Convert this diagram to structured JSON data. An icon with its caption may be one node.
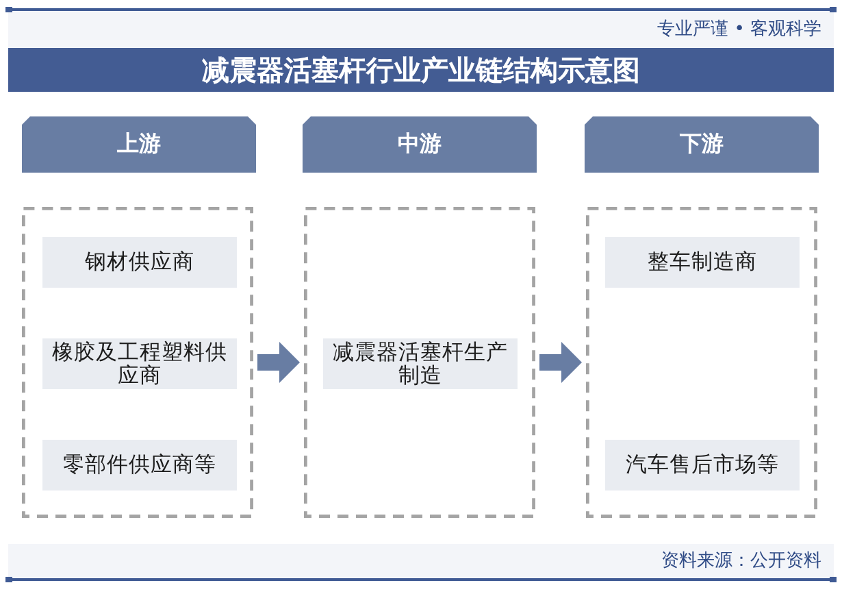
{
  "diagram": {
    "title": "减震器活塞杆行业产业链结构示意图",
    "nodes": [
      {
        "text": [
          "上游"
        ]
      },
      {
        "text": [],
        "shape": "box"
      },
      {
        "text": [
          "钢材供应商"
        ],
        "in": 1
      },
      {
        "text": [
          "橡胶及工程塑料供应商"
        ],
        "in": 1
      },
      {
        "text": [
          "零部件供应商等"
        ],
        "in": 1
      },
      {
        "text": [
          "中游"
        ]
      },
      {
        "text": [],
        "shape": "box"
      },
      {
        "text": [
          "减震器活塞杆生产制造"
        ],
        "in": 6
      },
      {
        "text": [
          "下游"
        ]
      },
      {
        "text": [],
        "shape": "box"
      },
      {
        "text": [
          "整车制造商"
        ],
        "in": 9
      },
      {
        "text": [
          "汽车售后市场等"
        ],
        "in": 9
      }
    ],
    "edges": [
      {
        "from": 1,
        "to": 6,
        "arrow": "to"
      },
      {
        "from": 6,
        "to": 9,
        "arrow": "to"
      }
    ],
    "labels": [
      "专业严谨 • 客观科学",
      "资料来源：公开资料"
    ]
  }
}
